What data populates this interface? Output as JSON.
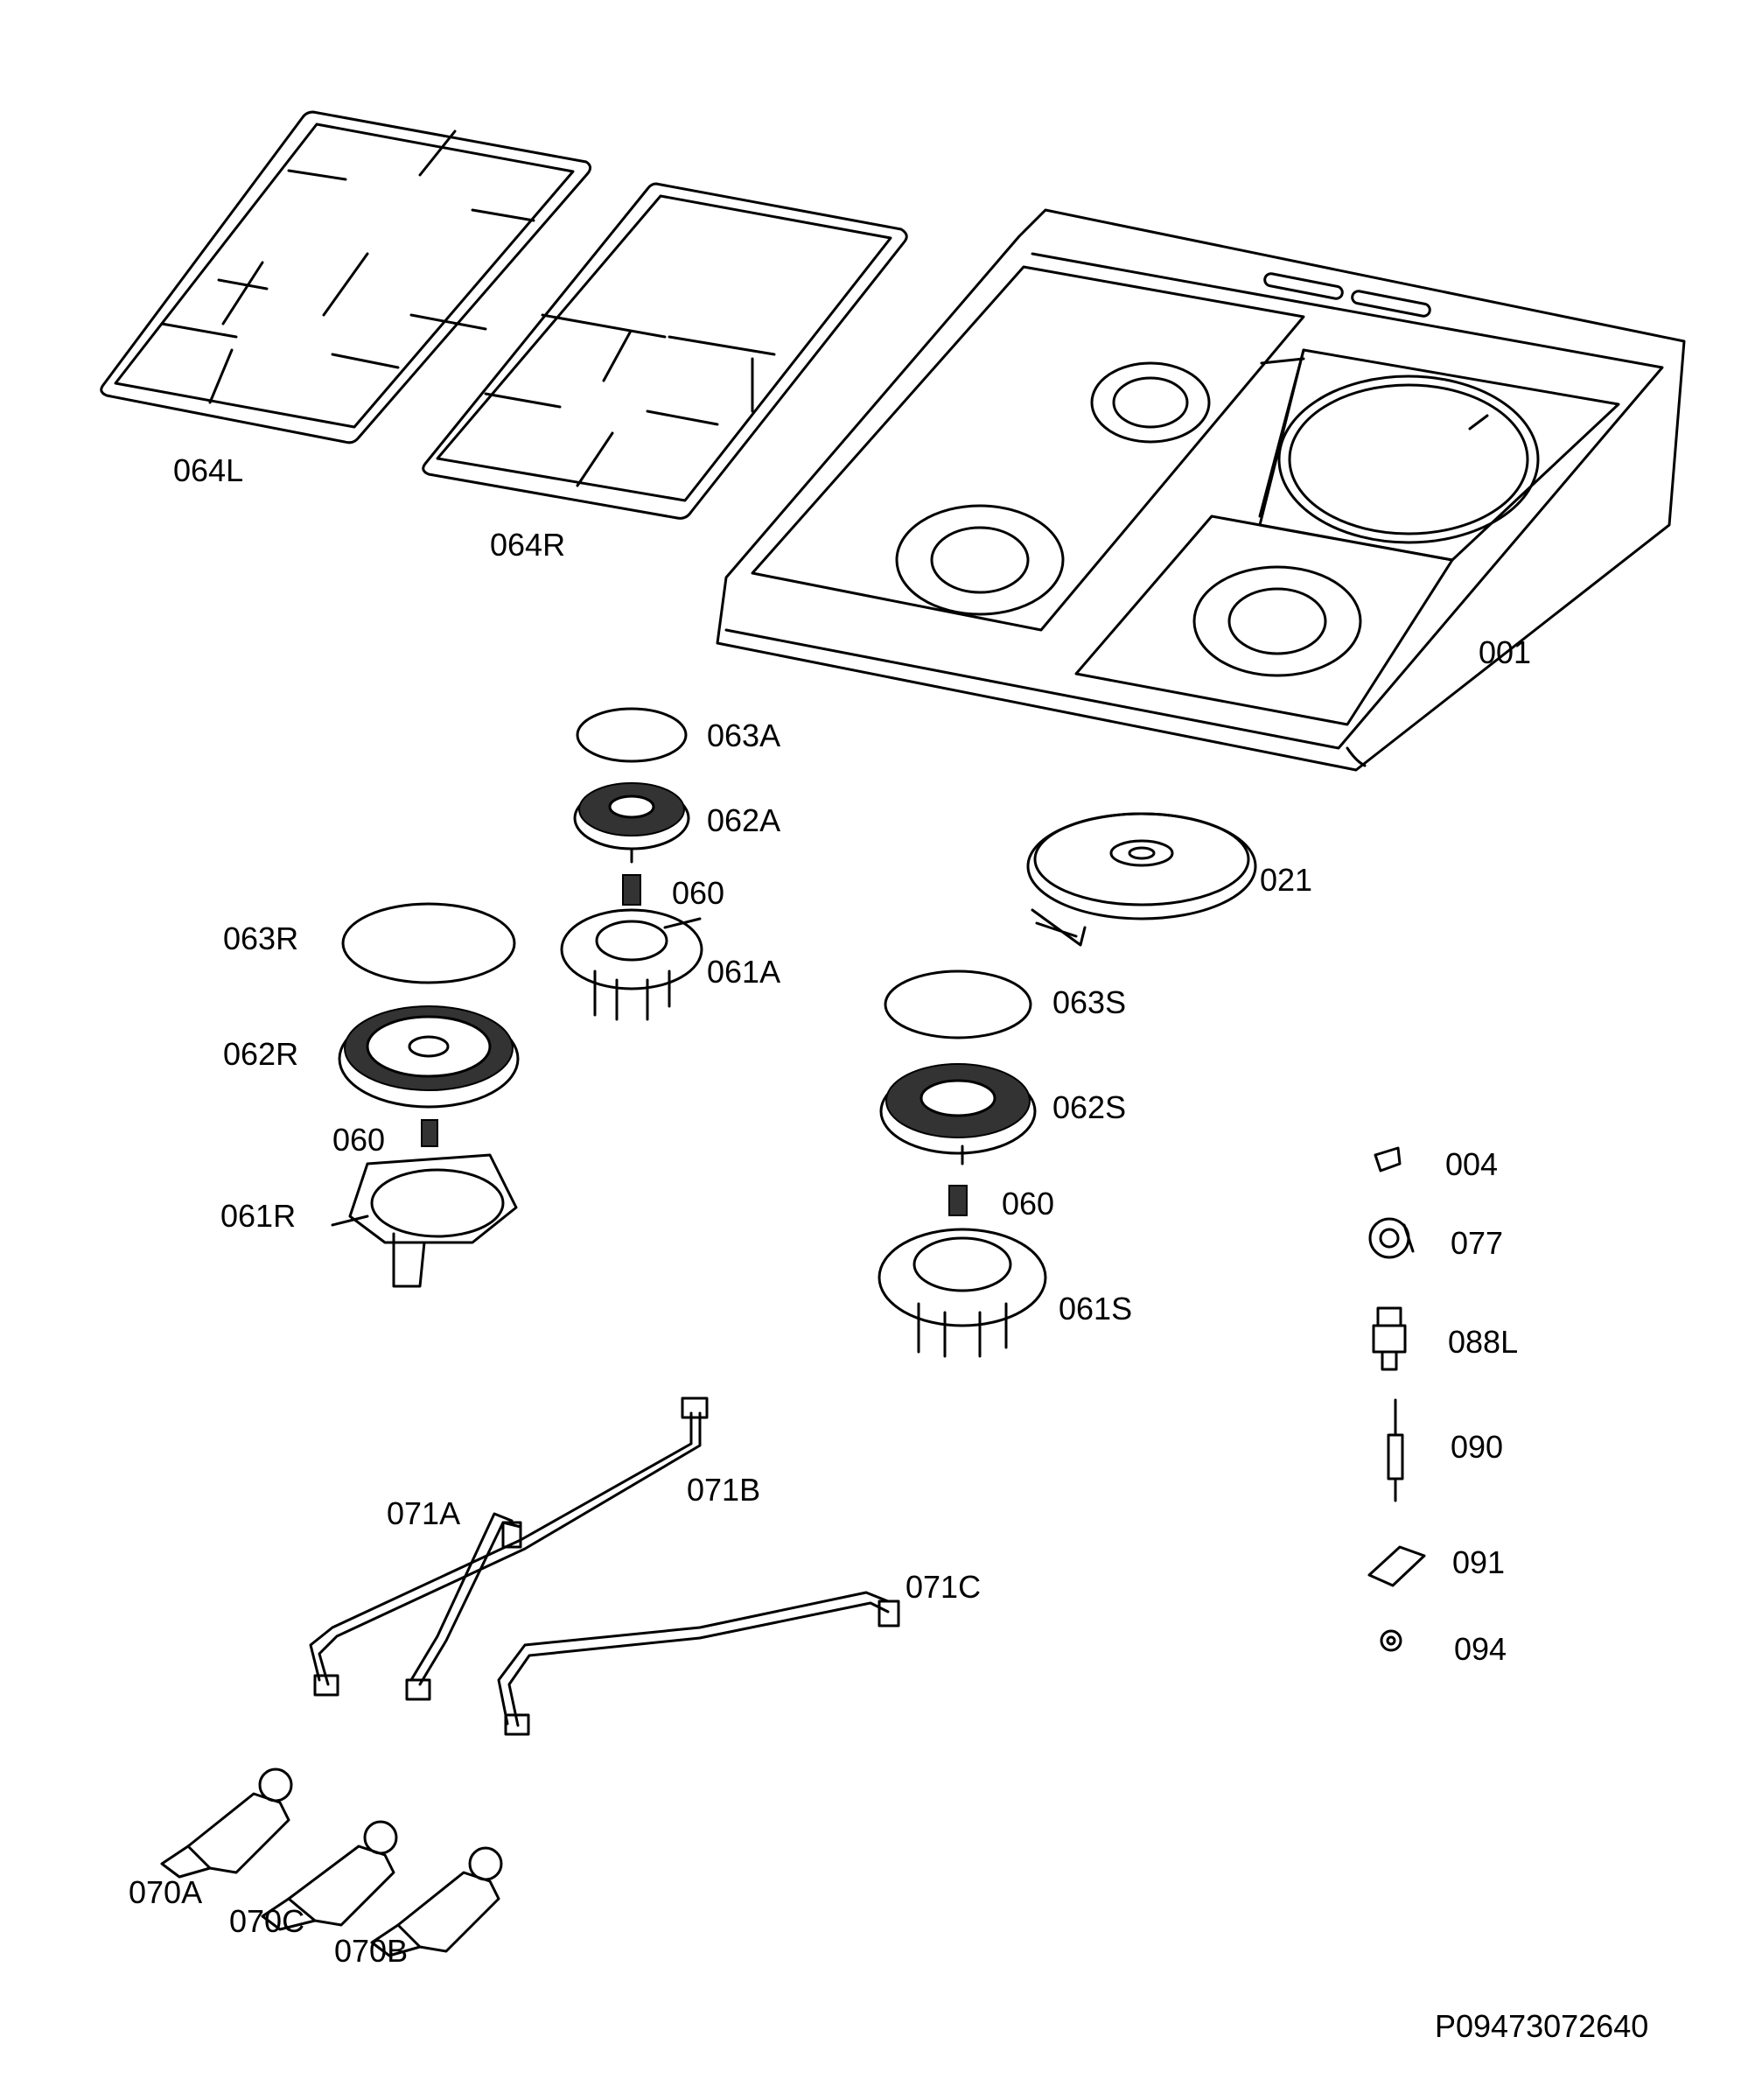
{
  "labels": {
    "p064L": "064L",
    "p064R": "064R",
    "p001": "001",
    "p063A": "063A",
    "p062A": "062A",
    "p060a": "060",
    "p061A": "061A",
    "p021": "021",
    "p063R": "063R",
    "p062R": "062R",
    "p060b": "060",
    "p061R": "061R",
    "p063S": "063S",
    "p062S": "062S",
    "p060c": "060",
    "p061S": "061S",
    "p004": "004",
    "p077": "077",
    "p088L": "088L",
    "p090": "090",
    "p091": "091",
    "p094": "094",
    "p071A": "071A",
    "p071B": "071B",
    "p071C": "071C",
    "p070A": "070A",
    "p070C": "070C",
    "p070B": "070B",
    "code": "P09473072640"
  }
}
